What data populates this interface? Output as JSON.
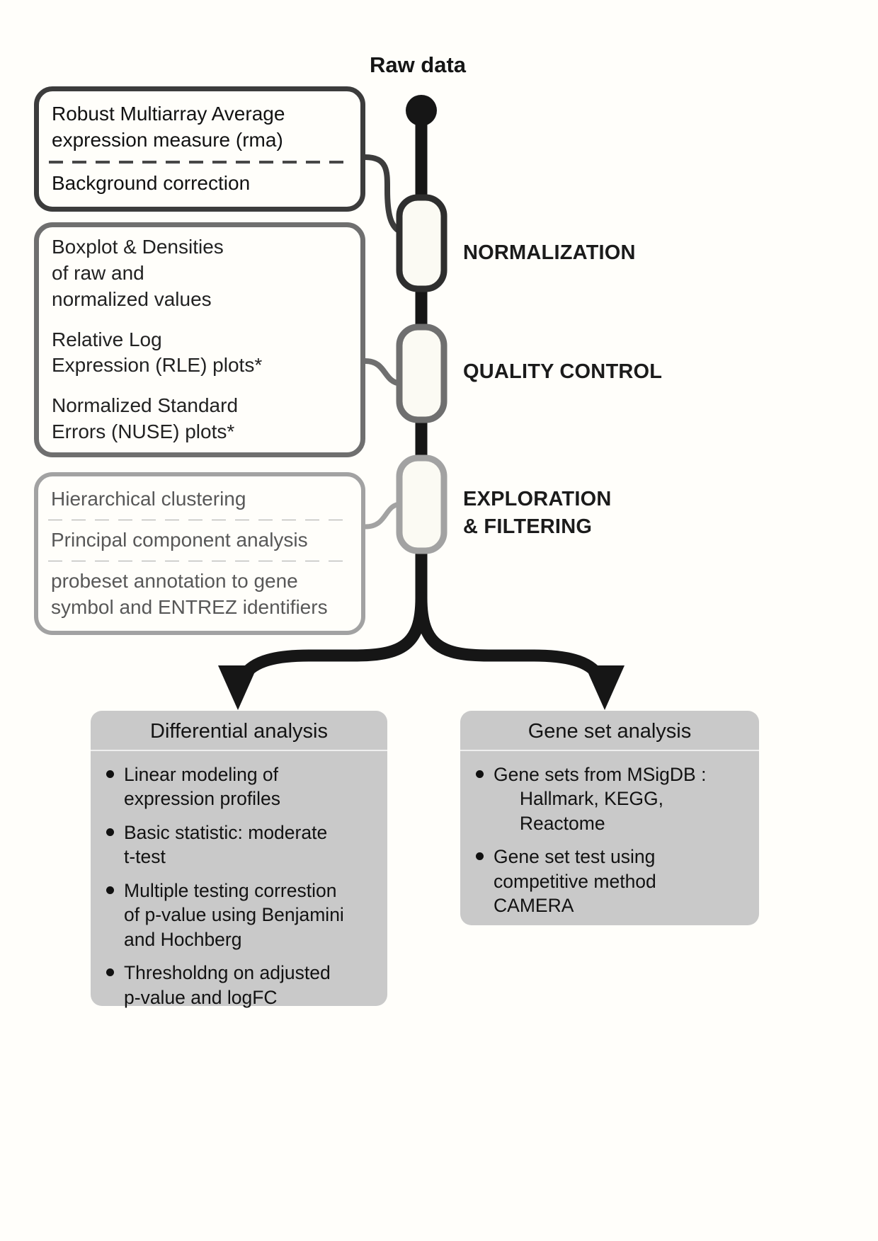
{
  "raw_data_label": "Raw data",
  "stages": [
    {
      "label": "NORMALIZATION",
      "items": [
        "Robust Multiarray Average\nexpression measure (rma)",
        "Background correction"
      ]
    },
    {
      "label": "QUALITY CONTROL",
      "items": [
        "Boxplot & Densities\nof raw and\nnormalized values",
        "Relative Log\nExpression (RLE) plots*",
        "Normalized Standard\nErrors (NUSE) plots*"
      ]
    },
    {
      "label": "EXPLORATION\n& FILTERING",
      "items": [
        "Hierarchical clustering",
        "Principal component analysis",
        "probeset annotation to gene\nsymbol and ENTREZ identifiers"
      ]
    }
  ],
  "branches": [
    {
      "title": "Differential analysis",
      "bullets": [
        "Linear modeling of\nexpression profiles",
        "Basic statistic: moderate\nt-test",
        "Multiple testing correstion\nof p-value using Benjamini\nand Hochberg",
        "Thresholdng on adjusted\np-value and logFC"
      ]
    },
    {
      "title": "Gene set analysis",
      "bullets": [
        "Gene sets from MSigDB :\n     Hallmark, KEGG,\n     Reactome",
        "Gene set test using\ncompetitive method\nCAMERA"
      ]
    }
  ],
  "colors": {
    "stage1_border": "#3c3c3c",
    "stage2_border": "#6f6f6f",
    "stage3_border": "#a2a2a2",
    "trunk": "#161616",
    "branch_box_fill": "#c9c9c9",
    "node_fill": "#fbfaf3"
  }
}
